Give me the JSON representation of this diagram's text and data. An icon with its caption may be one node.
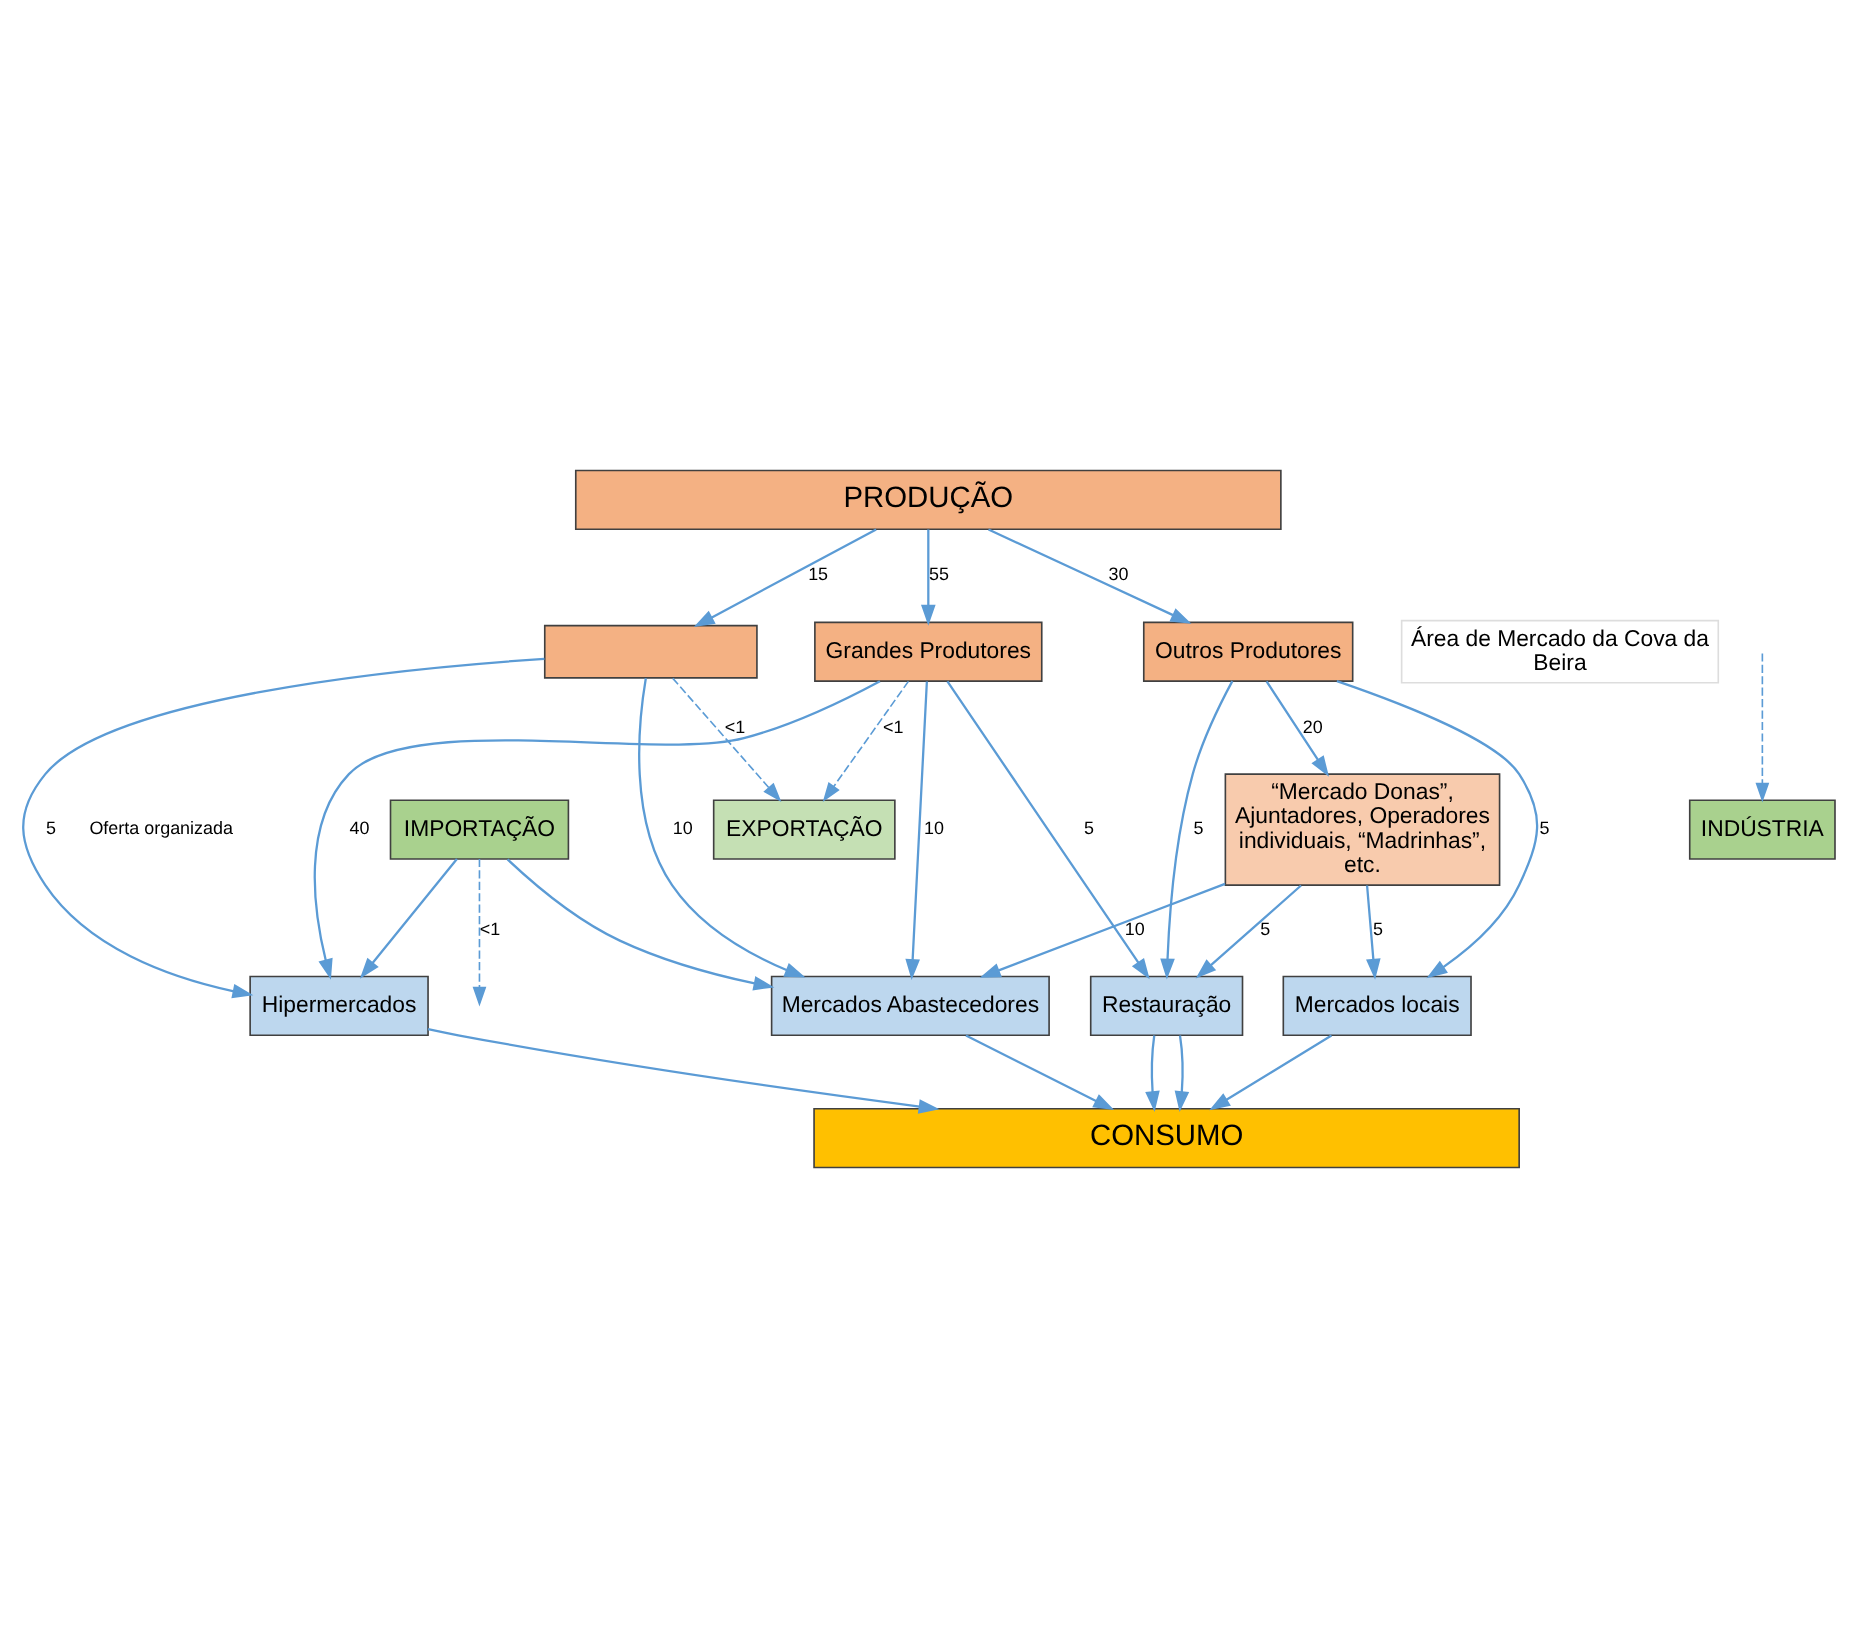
{
  "diagram": {
    "nodes": [
      {
        "text": [
          "PRODUÇÃO"
        ]
      },
      {
        "text": [
          "Área de Mercado da Cova da Beira"
        ]
      },
      {
        "text": [],
        "shape": "box"
      },
      {
        "text": [
          "Grandes Produtores"
        ]
      },
      {
        "text": [
          "Outros Produtores"
        ]
      },
      {
        "text": [
          "“Mercado Donas”, Ajuntadores, Operadores individuais, “Madrinhas”, etc."
        ]
      },
      {
        "text": [
          "Hipermercados"
        ]
      },
      {
        "text": [
          "Mercados Abastecedores"
        ]
      },
      {
        "text": [
          "Restauração"
        ]
      },
      {
        "text": [
          "Mercados locais"
        ]
      },
      {
        "text": [
          "IMPORTAÇÃO"
        ]
      },
      {
        "text": [
          "EXPORTAÇÃO"
        ]
      },
      {
        "text": [
          "INDÚSTRIA"
        ]
      },
      {
        "text": [
          "CONSUMO"
        ]
      }
    ],
    "edges": [
      {
        "from": 0,
        "to": 2,
        "arrow": "to",
        "label": "15"
      },
      {
        "from": 0,
        "to": 3,
        "arrow": "to",
        "label": "55"
      },
      {
        "from": 0,
        "to": 4,
        "arrow": "to",
        "label": "30"
      },
      {
        "from": 2,
        "to": 6,
        "arrow": "to",
        "label": "5"
      },
      {
        "from": 2,
        "to": 7,
        "arrow": "to",
        "label": "10"
      },
      {
        "from": 2,
        "to": 11,
        "arrow": "to",
        "label": "<1",
        "style": "dashed"
      },
      {
        "from": 3,
        "to": 6,
        "arrow": "to",
        "label": "40"
      },
      {
        "from": 3,
        "to": 7,
        "arrow": "to",
        "label": "10"
      },
      {
        "from": 3,
        "to": 11,
        "arrow": "to",
        "label": "<1",
        "style": "dashed"
      },
      {
        "from": 3,
        "to": 8,
        "arrow": "to",
        "label": "5"
      },
      {
        "from": 4,
        "to": 8,
        "arrow": "to",
        "label": "5"
      },
      {
        "from": 4,
        "to": 9,
        "arrow": "to",
        "label": "5"
      },
      {
        "from": 4,
        "to": 5,
        "arrow": "to",
        "label": "20"
      },
      {
        "from": 5,
        "to": 7,
        "arrow": "to",
        "label": "10"
      },
      {
        "from": 5,
        "to": 8,
        "arrow": "to",
        "label": "5"
      },
      {
        "from": 5,
        "to": 9,
        "arrow": "to",
        "label": "5"
      },
      {
        "from": 10,
        "to": 6,
        "arrow": "to"
      },
      {
        "from": 10,
        "to": 7,
        "arrow": "to"
      },
      {
        "from": 10,
        "to": null,
        "arrow": "to",
        "label": "<1",
        "style": "dashed"
      },
      {
        "from": null,
        "to": 12,
        "arrow": "to",
        "style": "dashed"
      },
      {
        "from": 6,
        "to": 13,
        "arrow": "to"
      },
      {
        "from": 7,
        "to": 13,
        "arrow": "to"
      },
      {
        "from": 8,
        "to": 13,
        "arrow": "to"
      },
      {
        "from": 8,
        "to": 13,
        "arrow": "to"
      },
      {
        "from": 9,
        "to": 13,
        "arrow": "to"
      }
    ],
    "labels": [
      "Oferta organizada"
    ]
  }
}
